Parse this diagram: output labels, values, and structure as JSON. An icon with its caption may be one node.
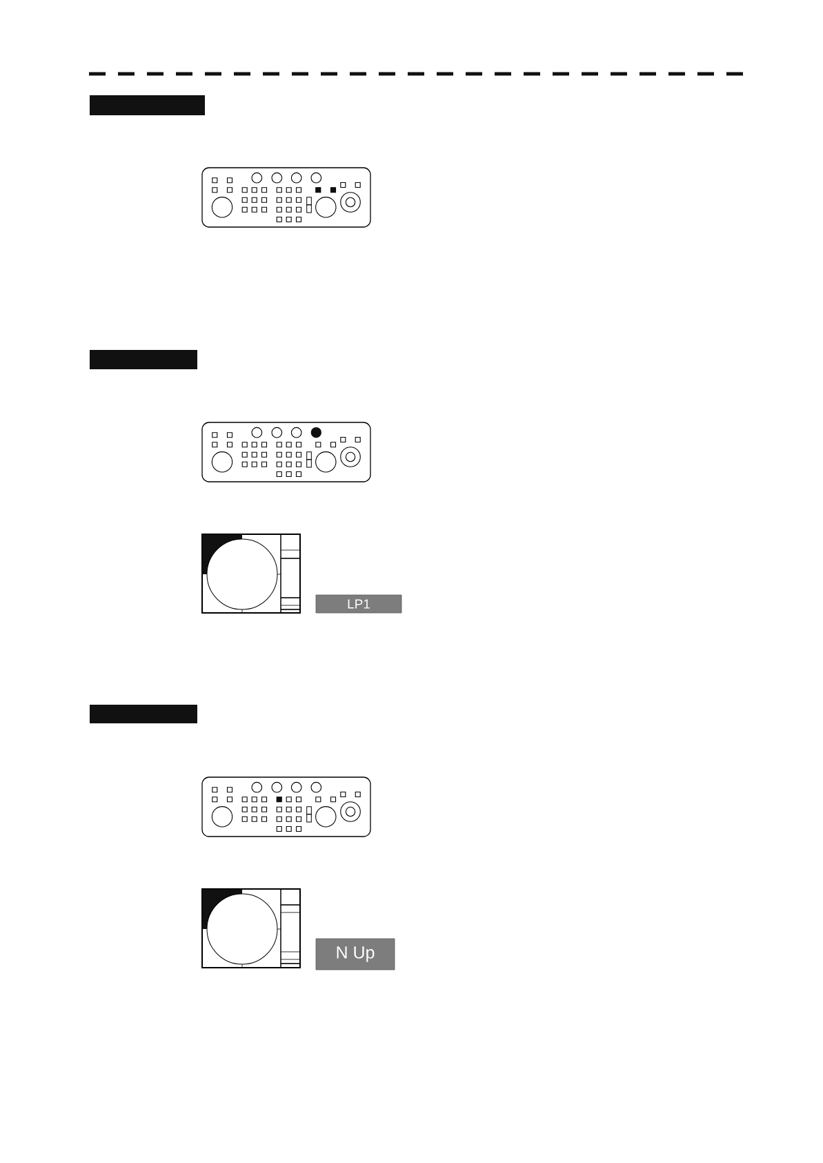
{
  "diagram": {
    "nodes": [
      {
        "text": [],
        "shape": "bar"
      },
      {
        "text": [],
        "shape": "bar"
      },
      {
        "text": [
          "LP1"
        ]
      },
      {
        "text": [],
        "shape": "bar"
      },
      {
        "text": [
          "N Up"
        ]
      }
    ]
  }
}
